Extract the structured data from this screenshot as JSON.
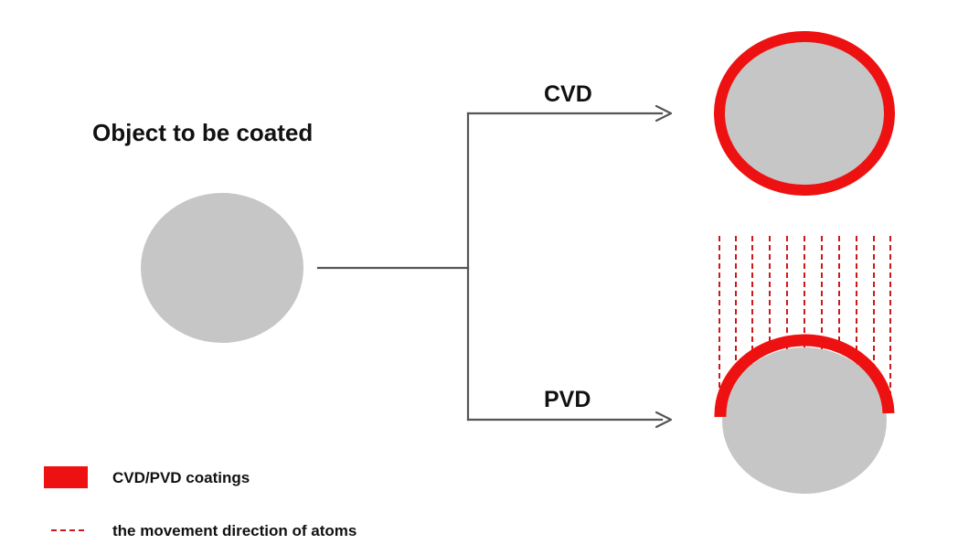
{
  "title": "Object to be coated",
  "branches": {
    "cvd_label": "CVD",
    "pvd_label": "PVD"
  },
  "legend": {
    "coating_label": "CVD/PVD coatings",
    "atoms_label": "the movement direction of atoms"
  },
  "colors": {
    "object_fill": "#c6c6c6",
    "coating": "#ee1111",
    "atom_line": "#cc1a1a",
    "connector": "#555555",
    "text": "#111111"
  },
  "icons": {
    "arrow": "arrowhead-right",
    "coating_swatch": "red-rectangle",
    "atom_path": "dashed-line"
  }
}
